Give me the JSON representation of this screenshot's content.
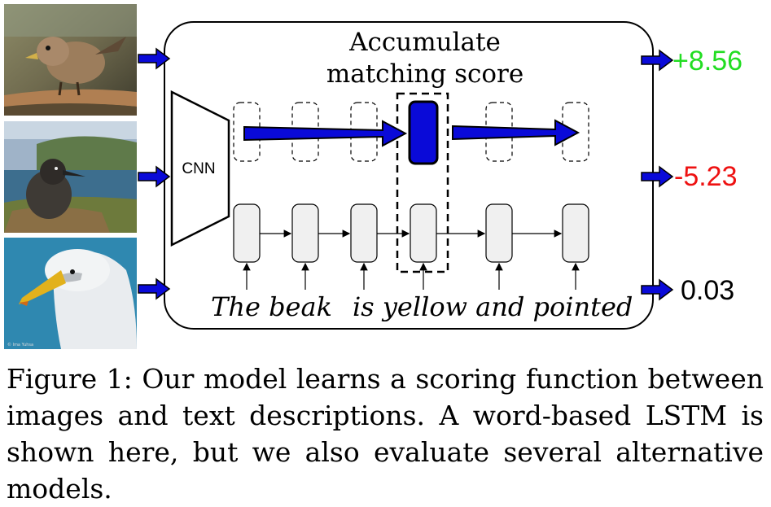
{
  "diagram": {
    "accumulate_line1": "Accumulate",
    "accumulate_line2": "matching score",
    "encoder_label": "CNN",
    "sentence": [
      "The beak",
      "is yellow and pointed"
    ],
    "scores": [
      {
        "value": "+8.56",
        "color": "#22dd22"
      },
      {
        "value": "-5.23",
        "color": "#ee1111"
      },
      {
        "value": "0.03",
        "color": "#000000"
      }
    ],
    "colors": {
      "arrow_fill": "#0a0ad8",
      "arrow_stroke": "#000033",
      "lstm_cell": "#f0f0f0"
    },
    "images": [
      {
        "subject": "small brown finch on a branch"
      },
      {
        "subject": "dark albatross chick on rocky coast"
      },
      {
        "subject": "white albatross with yellow beak"
      }
    ],
    "photo_credit": "© Ima Yuhsa"
  },
  "caption": {
    "text": "Figure 1: Our model learns a scoring function between images and text descriptions. A word-based LSTM is shown here, but we also evaluate several alternative models."
  }
}
